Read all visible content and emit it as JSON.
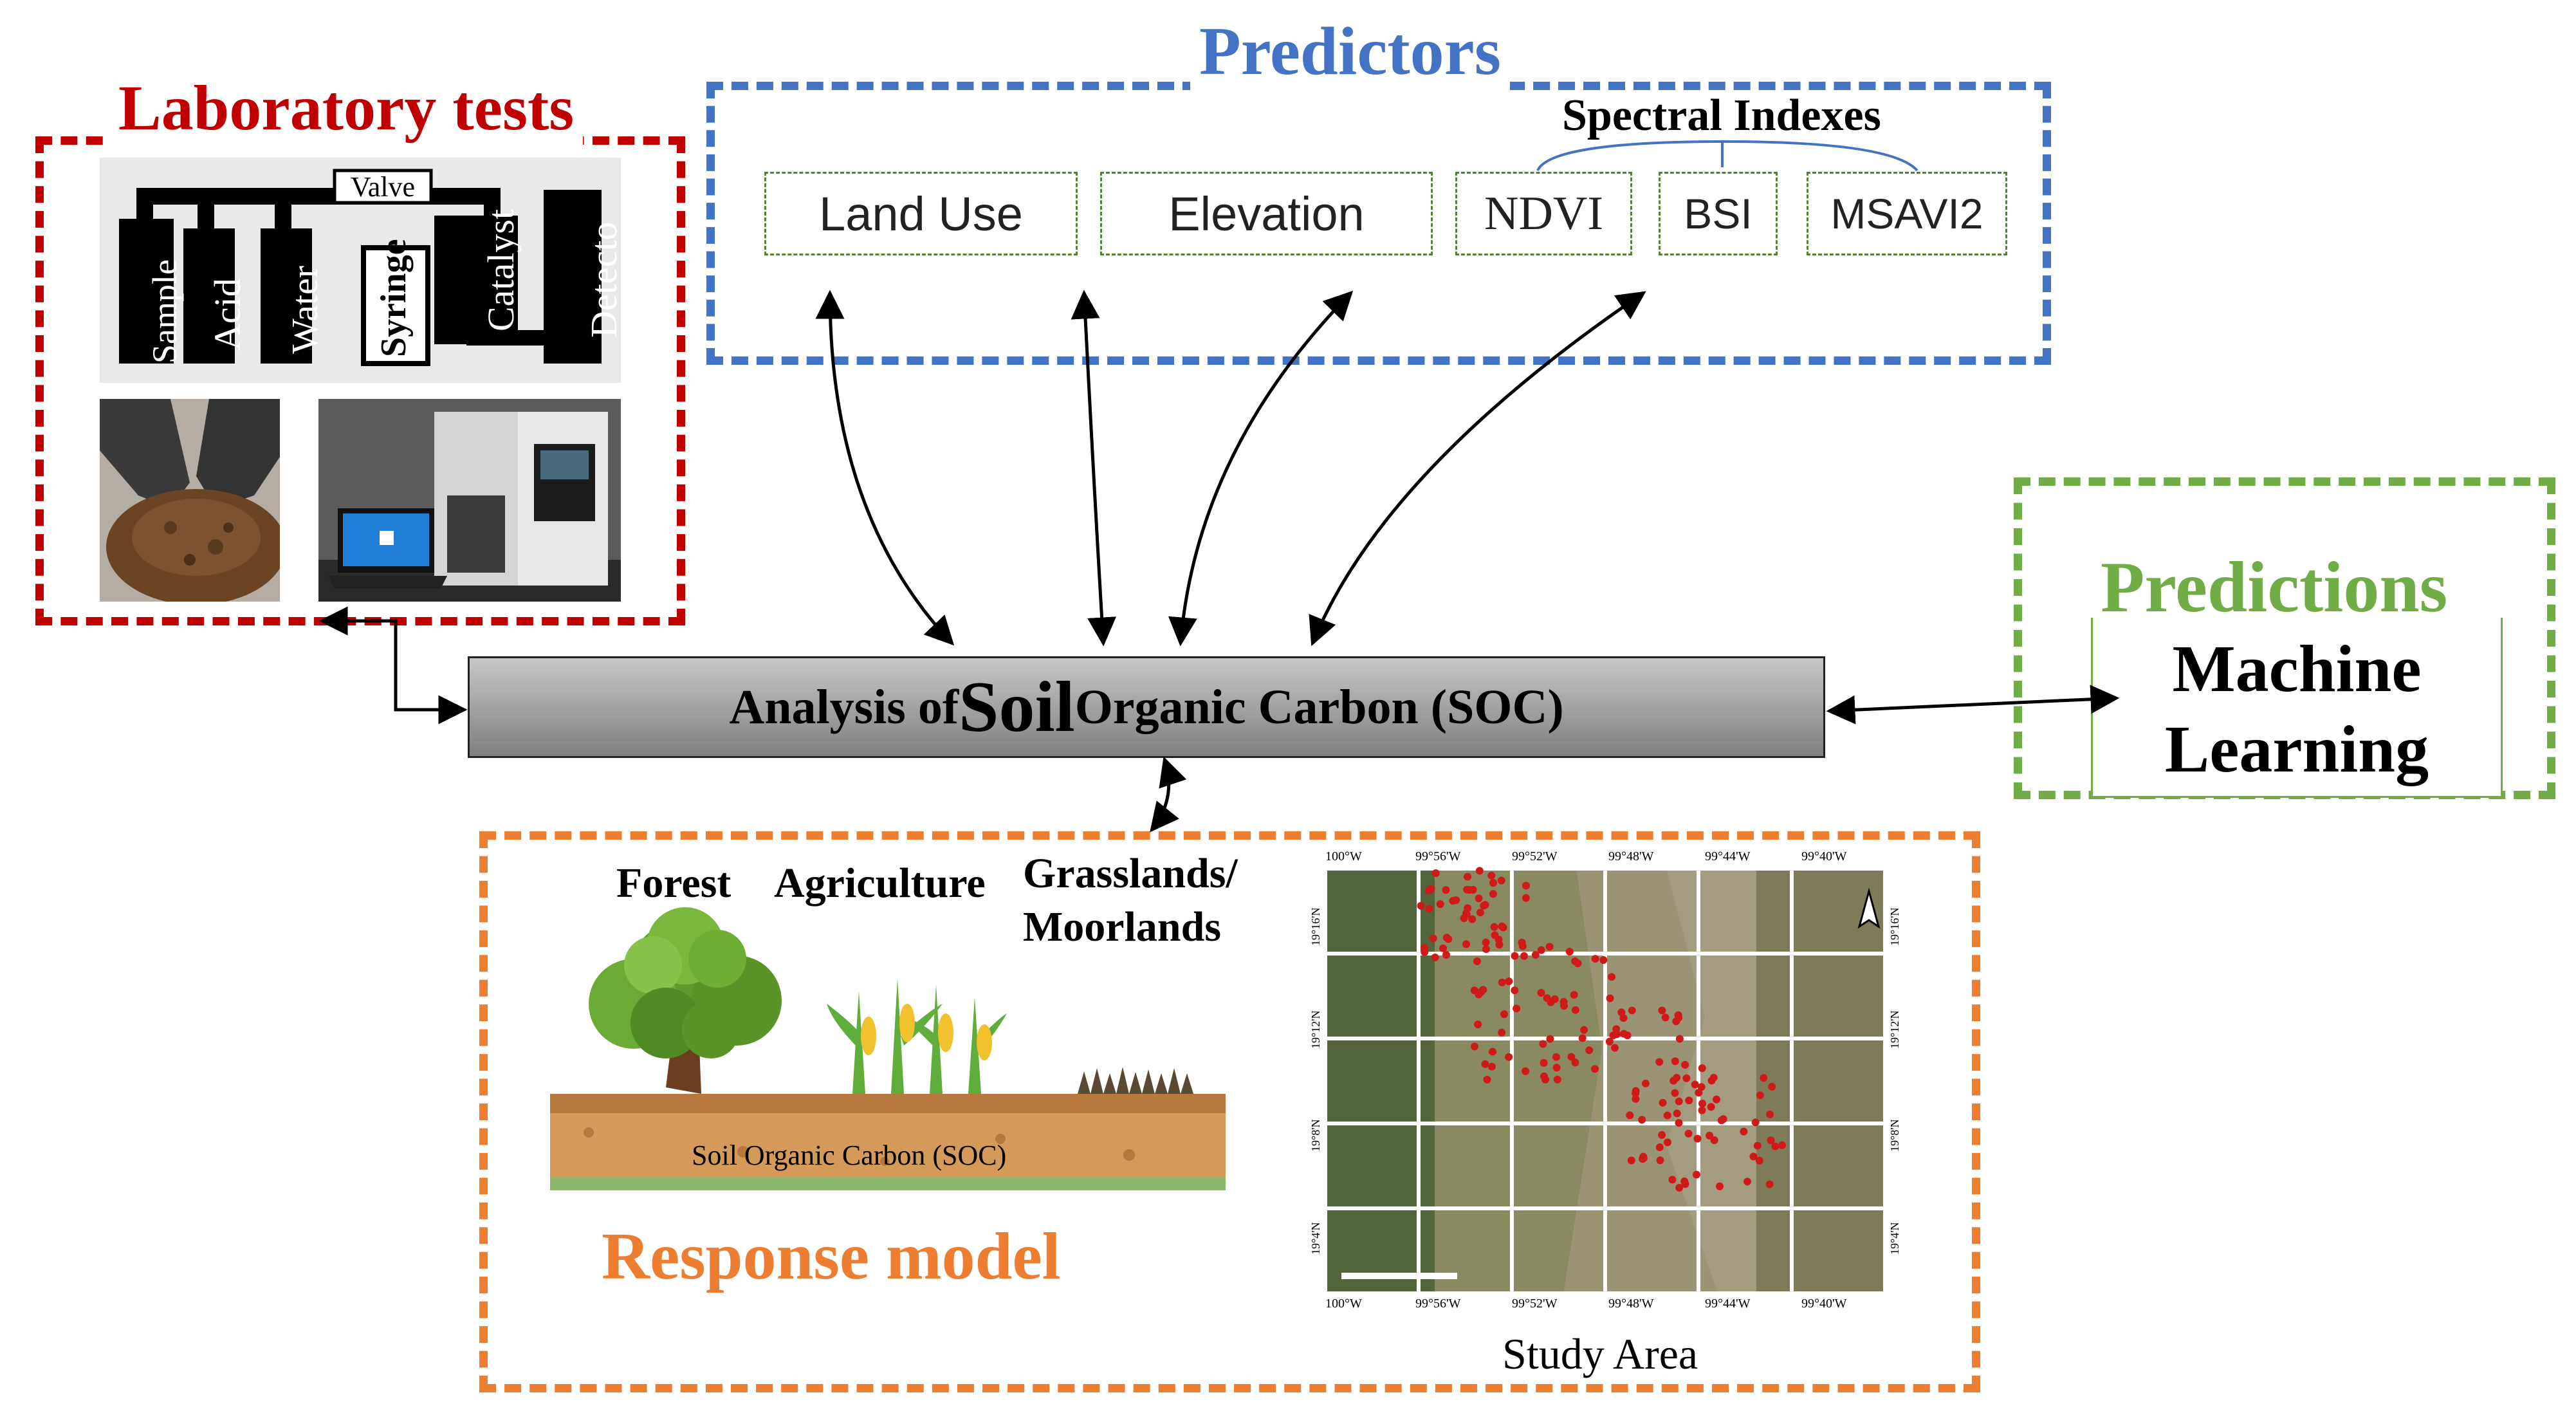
{
  "lab": {
    "title": "Laboratory tests",
    "diagram_labels": [
      "Sample",
      "Acid",
      "Water",
      "Syringe",
      "Catalyst",
      "Detecto"
    ],
    "valve_label": "Valve"
  },
  "predictors": {
    "title": "Predictors",
    "spectral_title": "Spectral Indexes",
    "boxes": [
      "Land Use",
      "Elevation",
      "NDVI",
      "BSI",
      "MSAVI2"
    ]
  },
  "predictions": {
    "title": "Predictions",
    "ml_line1": "Machine",
    "ml_line2": "Learning"
  },
  "analysis": {
    "prefix": "Analysis of ",
    "big": "Soil",
    "suffix": " Organic Carbon (SOC)"
  },
  "response": {
    "title": "Response model",
    "land_forest": "Forest",
    "land_agri": "Agriculture",
    "land_grass1": "Grasslands/",
    "land_grass2": "Moorlands",
    "soil_label": "Soil Organic Carbon (SOC)",
    "study_area": "Study Area",
    "map_top_ticks": [
      "100°W",
      "99°56'W",
      "99°52'W",
      "99°48'W",
      "99°44'W",
      "99°40'W"
    ],
    "map_side_ticks": [
      "19°16'N",
      "19°12'N",
      "19°8'N",
      "19°4'N"
    ]
  },
  "colors": {
    "lab": "#c00000",
    "predictors": "#4472c4",
    "predictions": "#70ad47",
    "response": "#ed7d31",
    "analysis_fill": "#8f8f8f"
  }
}
